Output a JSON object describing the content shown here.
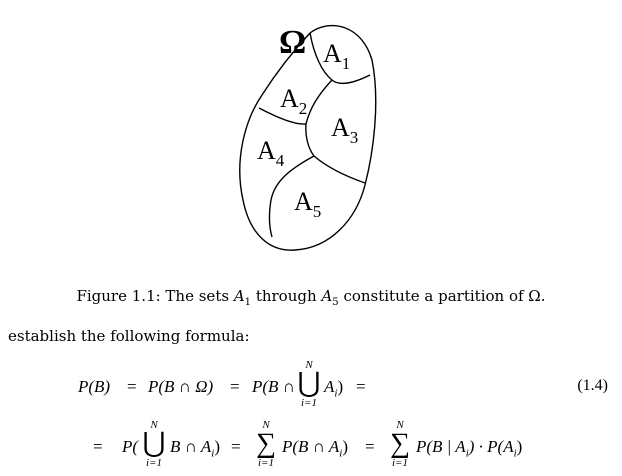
{
  "figure": {
    "omega": "Ω",
    "regions": [
      {
        "name": "A",
        "sub": "1"
      },
      {
        "name": "A",
        "sub": "2"
      },
      {
        "name": "A",
        "sub": "3"
      },
      {
        "name": "A",
        "sub": "4"
      },
      {
        "name": "A",
        "sub": "5"
      }
    ]
  },
  "caption": {
    "prefix": "Figure 1.1: The sets",
    "set1": "A",
    "set1_sub": "1",
    "middle": "through",
    "set2": "A",
    "set2_sub": "5",
    "suffix": "constitute a partition of Ω."
  },
  "body_text": "establish the following formula:",
  "equation": {
    "number": "(1.4)",
    "line1_parts": [
      "P(B)",
      "=",
      "P(B ∩ Ω)",
      "=",
      "P(B ∩",
      "A",
      "i",
      ")",
      "="
    ],
    "line2_parts": [
      "=",
      "P(",
      "B ∩ A",
      "i",
      ")",
      "=",
      "P(B ∩ A",
      "i",
      ")",
      "=",
      "P(B | A",
      "i",
      ") · P(A",
      "i",
      ")"
    ],
    "bigops": {
      "union": "⋃",
      "sum": "∑",
      "upper": "N",
      "lower": "i=1"
    }
  }
}
